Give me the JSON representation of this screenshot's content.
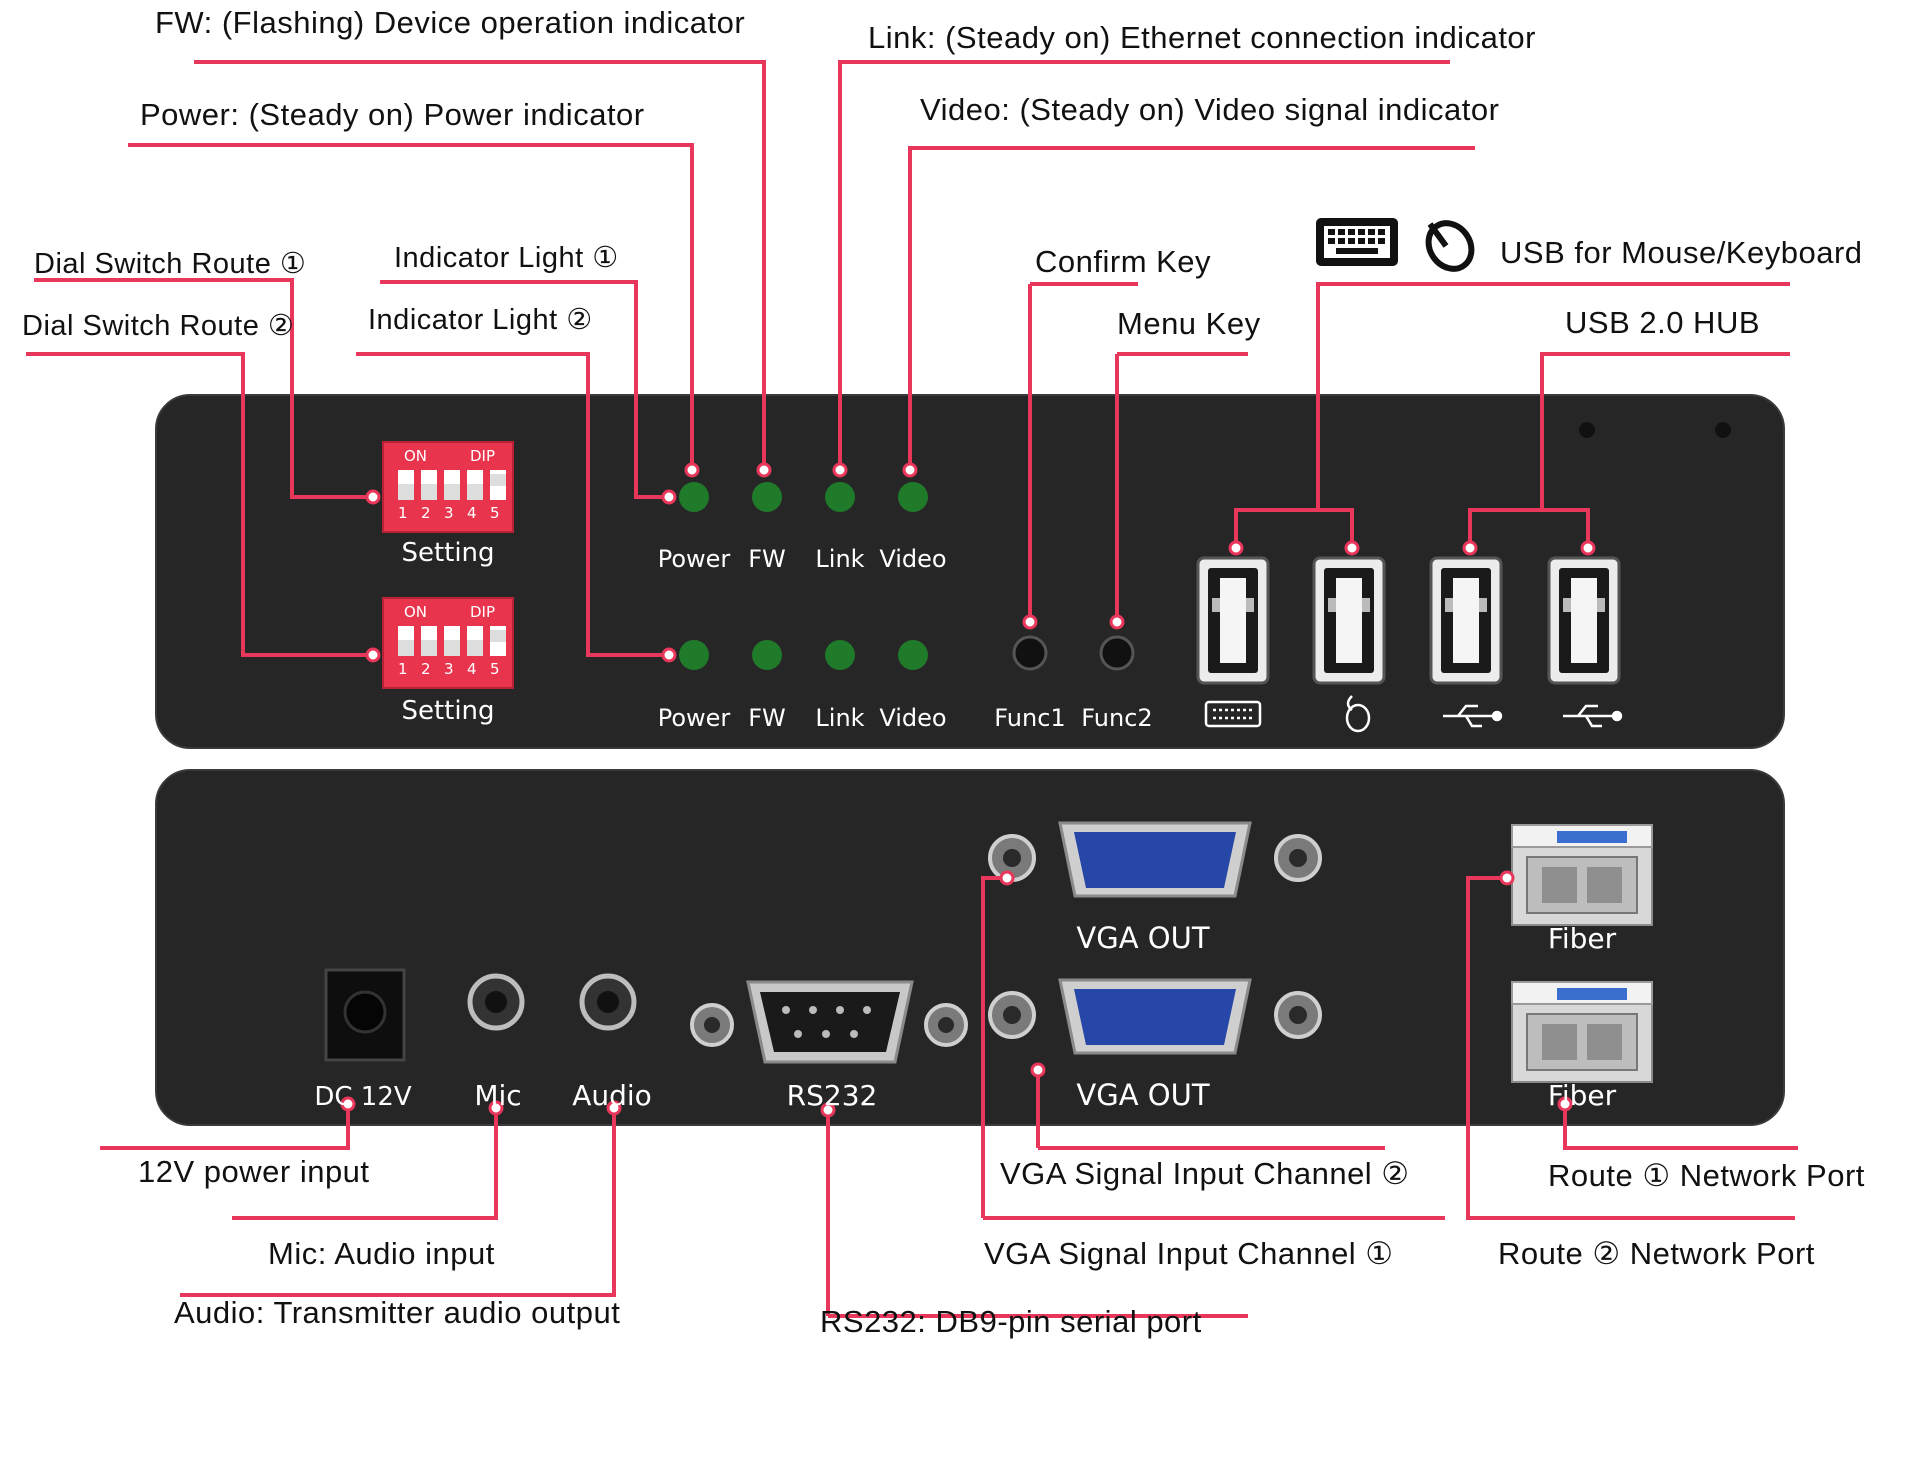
{
  "callouts": {
    "fw": "FW: (Flashing) Device operation indicator",
    "link": "Link: (Steady on) Ethernet connection indicator",
    "power": "Power: (Steady on) Power indicator",
    "video": "Video: (Steady on) Video signal indicator",
    "dial1": "Dial Switch Route ①",
    "dial2": "Dial Switch Route ②",
    "ind1": "Indicator Light ①",
    "ind2": "Indicator Light ②",
    "confirm": "Confirm Key",
    "menu": "Menu Key",
    "usb_mk": "USB for Mouse/Keyboard",
    "usb_hub": "USB 2.0 HUB",
    "pwr12": "12V power input",
    "mic": "Mic: Audio input",
    "audio": "Audio: Transmitter audio output",
    "rs232": "RS232: DB9-pin serial port",
    "vga2": "VGA Signal Input Channel ②",
    "vga1": "VGA Signal Input Channel ①",
    "route1": "Route ① Network Port",
    "route2": "Route ② Network Port"
  },
  "front_panel": {
    "dip_on": "ON",
    "dip_dip": "DIP",
    "dip_numbers": [
      "1",
      "2",
      "3",
      "4",
      "5"
    ],
    "setting": "Setting",
    "led_labels": [
      "Power",
      "FW",
      "Link",
      "Video"
    ],
    "func1": "Func1",
    "func2": "Func2"
  },
  "rear_panel": {
    "dc": "DC 12V",
    "mic": "Mic",
    "audio": "Audio",
    "rs232": "RS232",
    "vga_out": "VGA OUT",
    "fiber": "Fiber"
  },
  "colors": {
    "leader": "#e8375b",
    "panel": "#262626",
    "led": "#1f7a2a",
    "dip": "#e8344d",
    "vga": "#2747a8"
  },
  "icons": [
    "keyboard-icon",
    "mouse-icon",
    "usb-icon"
  ]
}
